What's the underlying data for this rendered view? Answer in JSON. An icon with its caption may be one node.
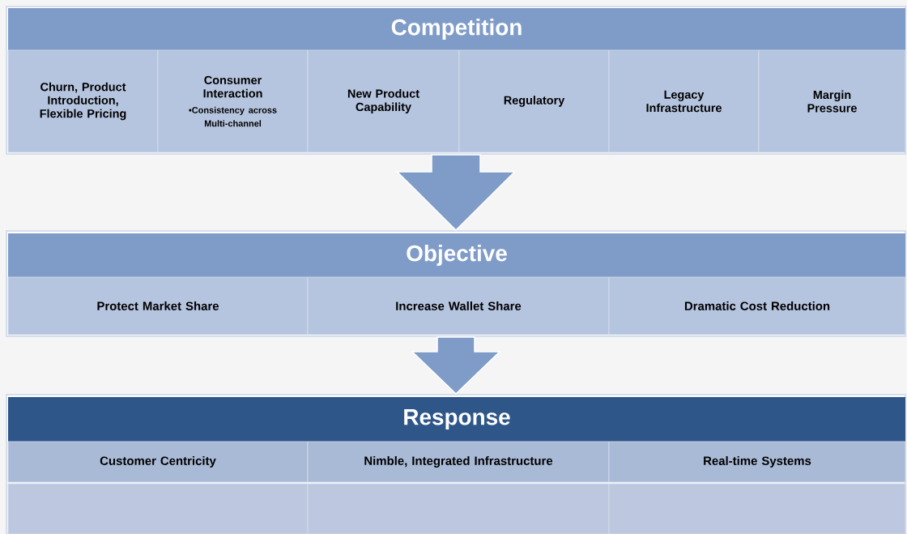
{
  "diagram": {
    "nodes": [
      {
        "text": [
          "Competition"
        ]
      },
      {
        "text": [
          "Churn, Product Introduction, Flexible Pricing"
        ],
        "in": 0
      },
      {
        "text": [
          "Consumer Interaction",
          "•Consistency across Multi-channel"
        ],
        "in": 0
      },
      {
        "text": [
          "New Product Capability"
        ],
        "in": 0
      },
      {
        "text": [
          "Regulatory"
        ],
        "in": 0
      },
      {
        "text": [
          "Legacy Infrastructure"
        ],
        "in": 0
      },
      {
        "text": [
          "Margin Pressure"
        ],
        "in": 0
      },
      {
        "text": [
          "Objective"
        ]
      },
      {
        "text": [
          "Protect Market Share"
        ],
        "in": 7
      },
      {
        "text": [
          "Increase Wallet Share"
        ],
        "in": 7
      },
      {
        "text": [
          "Dramatic Cost Reduction"
        ],
        "in": 7
      },
      {
        "text": [
          "Response"
        ]
      },
      {
        "text": [
          "Customer Centricity"
        ],
        "in": 11
      },
      {
        "text": [
          "Nimble, Integrated Infrastructure"
        ],
        "in": 11
      },
      {
        "text": [
          "Real-time Systems"
        ],
        "in": 11
      },
      {
        "text": [],
        "shape": "box",
        "in": 11
      },
      {
        "text": [],
        "shape": "box",
        "in": 11
      },
      {
        "text": [],
        "shape": "box",
        "in": 11
      }
    ],
    "edges": [
      {
        "from": 0,
        "to": 7,
        "arrow": "to"
      },
      {
        "from": 7,
        "to": 11,
        "arrow": "to"
      }
    ]
  }
}
